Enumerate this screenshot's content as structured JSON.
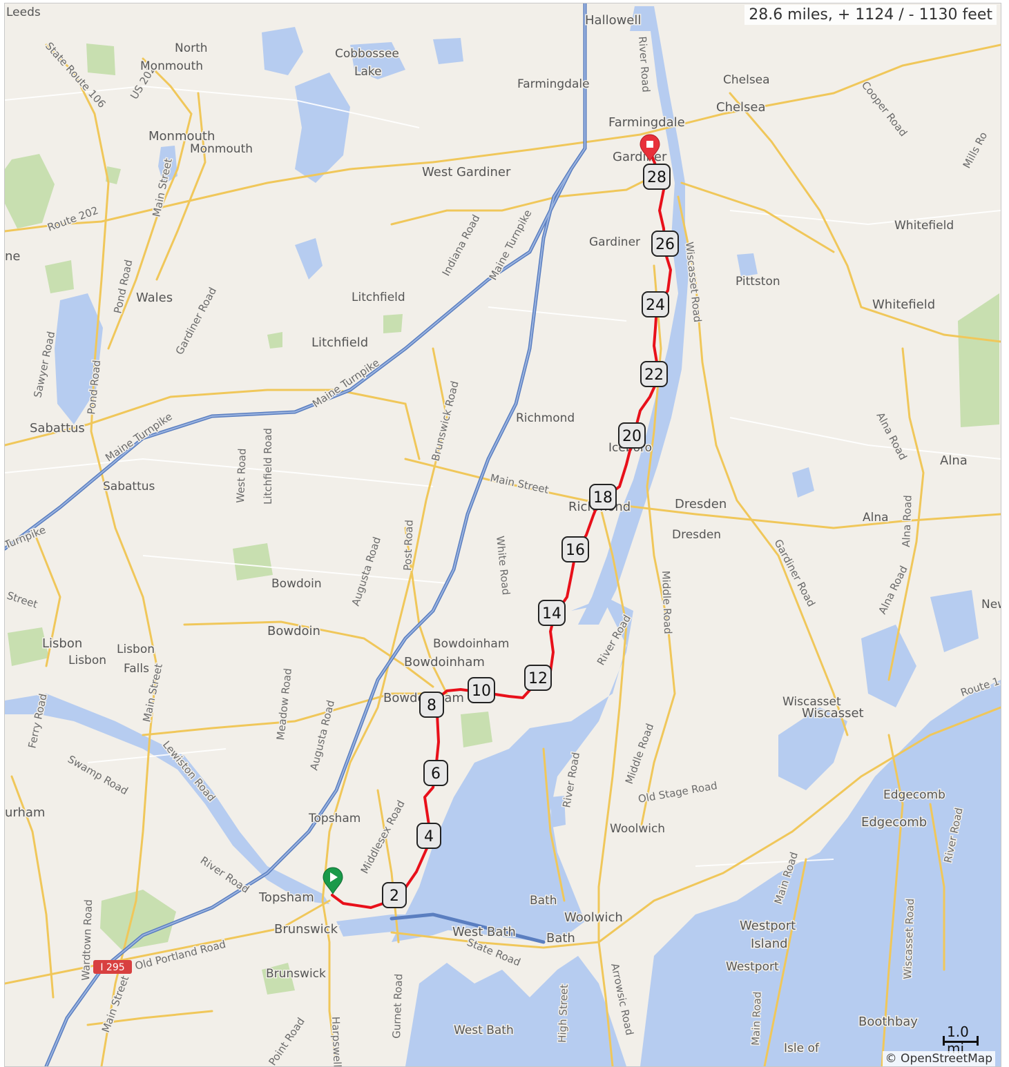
{
  "route_summary": "28.6 miles, + 1124 / - 1130 feet",
  "attribution": "© OpenStreetMap",
  "scale_label": "1.0 mi",
  "colors": {
    "land": "#f2efe9",
    "water": "#b6ccf0",
    "forest": "#c8dfb0",
    "highway": "#6c8ec8",
    "major_road": "#f0c75a",
    "route": "#e8101a",
    "start_marker": "#1a9a4a",
    "end_marker": "#e8303a"
  },
  "start_icon": "play-marker-icon",
  "end_icon": "stop-marker-icon",
  "mile_markers": [
    "2",
    "4",
    "6",
    "8",
    "10",
    "12",
    "14",
    "16",
    "18",
    "20",
    "22",
    "24",
    "26",
    "28"
  ],
  "places": [
    {
      "name": "Leeds",
      "size": "minor"
    },
    {
      "name": "North",
      "size": "minor"
    },
    {
      "name": "Monmouth",
      "size": "minor"
    },
    {
      "name": "Cobbossee",
      "size": "minor"
    },
    {
      "name": "Lake",
      "size": "minor"
    },
    {
      "name": "Hallowell",
      "size": "major"
    },
    {
      "name": "Farmingdale",
      "size": "minor"
    },
    {
      "name": "Chelsea",
      "size": "minor"
    },
    {
      "name": "Chelsea",
      "size": "major"
    },
    {
      "name": "Farmingdale",
      "size": "major"
    },
    {
      "name": "Monmouth",
      "size": "major"
    },
    {
      "name": "Monmouth",
      "size": "minor"
    },
    {
      "name": "West Gardiner",
      "size": "major"
    },
    {
      "name": "Gardiner",
      "size": "major"
    },
    {
      "name": "Gardiner",
      "size": "minor"
    },
    {
      "name": "Whitefield",
      "size": "minor"
    },
    {
      "name": "Pittston",
      "size": "minor"
    },
    {
      "name": "Whitefield",
      "size": "major"
    },
    {
      "name": "Wales",
      "size": "major"
    },
    {
      "name": "Litchfield",
      "size": "minor"
    },
    {
      "name": "Litchfield",
      "size": "major"
    },
    {
      "name": "Sabattus",
      "size": "major"
    },
    {
      "name": "Sabattus",
      "size": "minor"
    },
    {
      "name": "Richmond",
      "size": "minor"
    },
    {
      "name": "Richmond",
      "size": "major"
    },
    {
      "name": "Iceboro",
      "size": "minor"
    },
    {
      "name": "Dresden",
      "size": "major"
    },
    {
      "name": "Dresden",
      "size": "minor"
    },
    {
      "name": "Alna",
      "size": "major"
    },
    {
      "name": "Alna",
      "size": "minor"
    },
    {
      "name": "Bowdoin",
      "size": "minor"
    },
    {
      "name": "Bowdoin",
      "size": "major"
    },
    {
      "name": "Lisbon",
      "size": "major"
    },
    {
      "name": "Lisbon",
      "size": "minor"
    },
    {
      "name": "Lisbon",
      "size": "minor"
    },
    {
      "name": "Falls",
      "size": "minor"
    },
    {
      "name": "Bowdoinham",
      "size": "minor"
    },
    {
      "name": "Bowdoinham",
      "size": "major"
    },
    {
      "name": "Bowdoinham",
      "size": "major"
    },
    {
      "name": "Wiscasset",
      "size": "minor"
    },
    {
      "name": "Wiscasset",
      "size": "major"
    },
    {
      "name": "Newc",
      "size": "minor"
    },
    {
      "name": "Topsham",
      "size": "minor"
    },
    {
      "name": "Topsham",
      "size": "major"
    },
    {
      "name": "Brunswick",
      "size": "major"
    },
    {
      "name": "Brunswick",
      "size": "minor"
    },
    {
      "name": "Bath",
      "size": "minor"
    },
    {
      "name": "Woolwich",
      "size": "major"
    },
    {
      "name": "Bath",
      "size": "major"
    },
    {
      "name": "West Bath",
      "size": "major"
    },
    {
      "name": "West Bath",
      "size": "minor"
    },
    {
      "name": "Woolwich",
      "size": "minor"
    },
    {
      "name": "Edgecomb",
      "size": "minor"
    },
    {
      "name": "Edgecomb",
      "size": "major"
    },
    {
      "name": "Westport",
      "size": "major"
    },
    {
      "name": "Island",
      "size": "major"
    },
    {
      "name": "Westport",
      "size": "minor"
    },
    {
      "name": "Boothbay",
      "size": "major"
    },
    {
      "name": "Isle of",
      "size": "minor"
    },
    {
      "name": "urham",
      "size": "major"
    },
    {
      "name": "ne",
      "size": "major"
    }
  ],
  "road_labels": [
    "State Route 106",
    "US 202",
    "Route 202",
    "Main Street",
    "Pond Road",
    "Gardiner Road",
    "Sawyer Road",
    "Pond Road",
    "Indiana Road",
    "Maine Turnpike",
    "Maine Turnpike",
    "Maine Turnpike",
    "Turnpike",
    "River Road",
    "Wiscasset Road",
    "Cooper Road",
    "Mills Ro",
    "Brunswick Road",
    "West Road",
    "Litchfield Road",
    "Main Street",
    "Alna Road",
    "Augusta Road",
    "Post Road",
    "White Road",
    "Street",
    "Gardiner Road",
    "Alna Road",
    "Alna Road",
    "Middle Road",
    "River Road",
    "Route 1",
    "Meadow Road",
    "Augusta Road",
    "Main Street",
    "Ferry Road",
    "Lewiston Road",
    "Swamp Road",
    "Middlesex Road",
    "Middle Road",
    "River Road",
    "Old Stage Road",
    "Main Road",
    "River Road",
    "River Road",
    "Old Portland Road",
    "Wardtown Road",
    "Main Street",
    "State Road",
    "Gurnet Road",
    "High Street",
    "Arrowsic Road",
    "Wiscasset Road",
    "Main Road",
    "Harpswell",
    "Point Road"
  ],
  "highway_shield": "I 295"
}
